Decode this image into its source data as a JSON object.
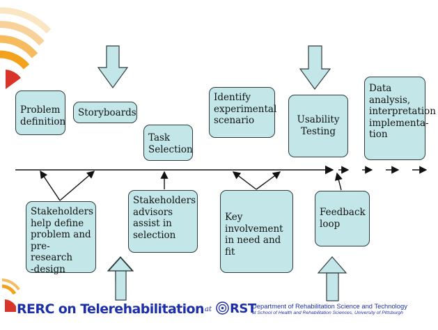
{
  "top_boxes": [
    {
      "label": "Problem\ndefinition"
    },
    {
      "label": "Storyboards"
    },
    {
      "label": "Task\nSelection"
    },
    {
      "label": "Identify\nexperimental\nscenario"
    },
    {
      "label": "Usability\nTesting"
    },
    {
      "label": "Data\nanalysis,\ninterpretation\nimplementa-\ntion"
    }
  ],
  "bottom_boxes": [
    {
      "label": "Stakeholders\nhelp define\nproblem and\npre-research\n-design"
    },
    {
      "label": "Stakeholders\nadvisors\nassist in\nselection"
    },
    {
      "label": "Key\ninvolvement\nin need and\nfit"
    },
    {
      "label": "Feedback\nloop"
    }
  ],
  "footer": {
    "title": "RERC on Telerehabilitation",
    "at": "at",
    "rst": "RST",
    "department": "Department of Rehabilitation Science and Technology",
    "school": "at School of Health and Rehabilitation Sciences, University of Pittsburgh"
  },
  "colors": {
    "box_fill": "#c3e6e8",
    "box_border": "#2e3a3b",
    "footer_text": "#1c2fa8",
    "logo_red": "#d8342a",
    "logo_orange": "#f2a21d"
  }
}
